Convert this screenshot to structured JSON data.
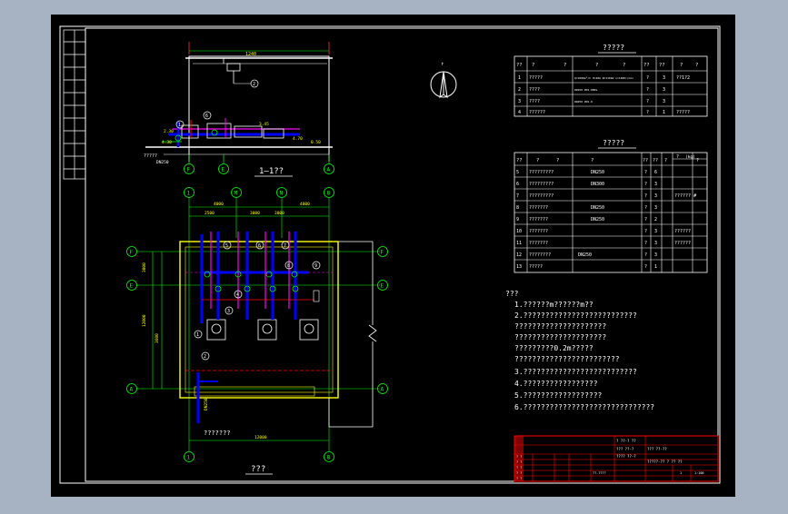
{
  "colors": {
    "background": "#a7b3c3",
    "sheet": "#000000",
    "line": "#ffffff",
    "axis": "#00ff00",
    "wall": "#ffff00",
    "pipe_supply": "#0000ff",
    "pipe_return": "#ff00ff",
    "title_block": "#ff0000"
  },
  "section_view": {
    "title": "1—1??",
    "dim_top": "1240",
    "axis_labels": [
      "F",
      "E",
      "A"
    ],
    "level_labels": [
      "2.30",
      "4.30",
      "0.00",
      "3.45",
      "4.70",
      "0.50"
    ],
    "callouts": [
      "1",
      "6",
      "2"
    ],
    "pipe_note": "?????",
    "pipe_note_sub": "DN250"
  },
  "north_arrow": {
    "symbol": "north-arrow"
  },
  "plan_view": {
    "title": "???",
    "axis_top": [
      "1",
      "M",
      "N",
      "8"
    ],
    "axis_right": [
      "F",
      "E",
      "A"
    ],
    "axis_left": [
      "F",
      "E",
      "A"
    ],
    "axis_bottom": [
      "1",
      "8"
    ],
    "dims_top": [
      "4000",
      "2500",
      "3000",
      "3000",
      "4000"
    ],
    "dims_left": [
      "3000",
      "12000",
      "3600"
    ],
    "dim_bottom": "12000",
    "bottom_note": "???????",
    "bottom_pipe": "DN250",
    "callouts": [
      "5",
      "6",
      "7",
      "8",
      "9",
      "3",
      "4",
      "2",
      "1"
    ]
  },
  "equipment_table": {
    "title": "?????",
    "headers": [
      "??",
      "?",
      "?",
      "?",
      "?",
      "??",
      "??",
      "?",
      "?"
    ],
    "rows": [
      {
        "no": "1",
        "name": "?????",
        "spec": "Q=1000m³/h H=28m N=110kW n=1480r/min",
        "unit": "?",
        "qty": "3",
        "note": "??1?2"
      },
      {
        "no": "2",
        "name": "????",
        "spec": "DN250 PN1.0MPa",
        "unit": "?",
        "qty": "3",
        "note": ""
      },
      {
        "no": "3",
        "name": "????",
        "spec": "DN250 PN1.0",
        "unit": "?",
        "qty": "3",
        "note": ""
      },
      {
        "no": "4",
        "name": "??????",
        "spec": "",
        "unit": "?",
        "qty": "1",
        "note": "?????"
      }
    ]
  },
  "material_table": {
    "title": "?????",
    "headers": [
      "??",
      "?",
      "?",
      "?",
      "??",
      "??",
      "?",
      "?",
      "(kg)",
      "?"
    ],
    "rows": [
      {
        "no": "5",
        "name": "?????????",
        "spec": "DN250",
        "unit": "?",
        "qty": "6",
        "note": ""
      },
      {
        "no": "6",
        "name": "?????????",
        "spec": "DN300",
        "unit": "?",
        "qty": "3",
        "note": ""
      },
      {
        "no": "7",
        "name": "?????????",
        "spec": "",
        "unit": "?",
        "qty": "3",
        "note": "?????? #"
      },
      {
        "no": "8",
        "name": "???????",
        "spec": "DN250",
        "unit": "?",
        "qty": "3",
        "note": ""
      },
      {
        "no": "9",
        "name": "???????",
        "spec": "DN250",
        "unit": "?",
        "qty": "2",
        "note": ""
      },
      {
        "no": "10",
        "name": "???????",
        "spec": "",
        "unit": "?",
        "qty": "3",
        "note": "??????"
      },
      {
        "no": "11",
        "name": "???????",
        "spec": "",
        "unit": "?",
        "qty": "3",
        "note": "??????"
      },
      {
        "no": "12",
        "name": "????????",
        "spec": "DN250",
        "unit": "?",
        "qty": "3",
        "note": ""
      },
      {
        "no": "13",
        "name": "?????",
        "spec": "",
        "unit": "?",
        "qty": "1",
        "note": ""
      }
    ]
  },
  "notes": {
    "heading": "???",
    "lines": [
      "1.??????m??????m??",
      "2.??????????????????????????",
      "  ?????????????????????",
      "  ?????????????????????",
      "  ?????????0.2m?????",
      "  ????????????????????????",
      "3.??????????????????????????",
      "4.?????????????????",
      "5.??????????????????",
      "6.??????????????????????????????"
    ]
  },
  "title_block": {
    "rows": [
      "? ??-? ??",
      "??? ??-?",
      "???? ??-?",
      "? ?",
      "? ?",
      "? ?",
      "? ?",
      "? ?"
    ],
    "project": "??? ??-??",
    "drawing": "?????-?? ? ?? ??",
    "sheet_no": "1",
    "scale": "1:100",
    "drawing_no": "??-????"
  }
}
